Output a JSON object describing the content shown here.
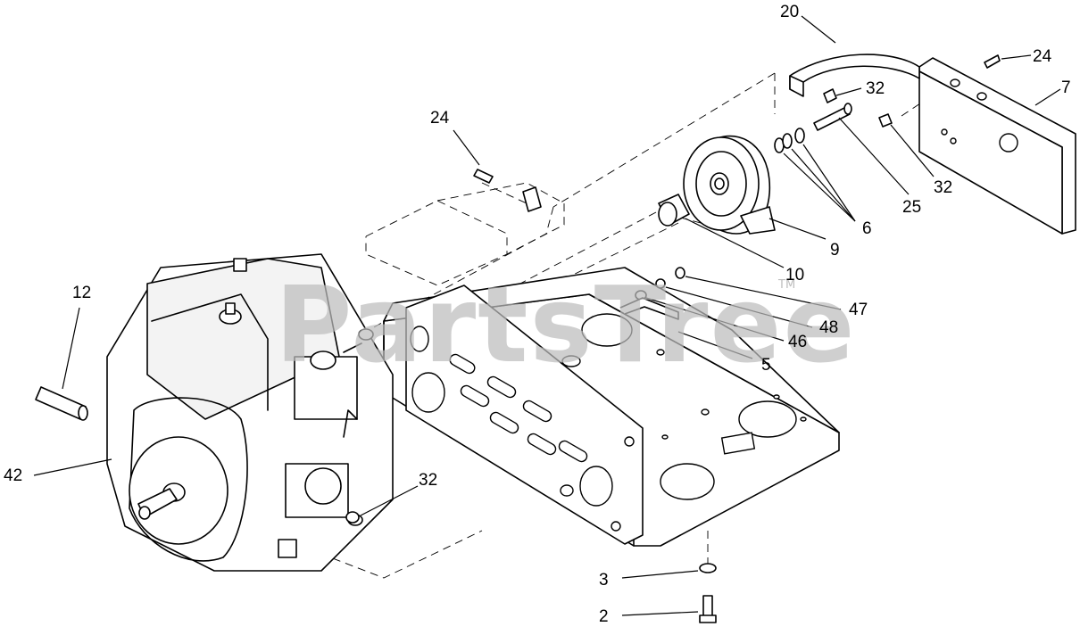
{
  "watermark": {
    "brand": "PartsTree",
    "trademark": "TM"
  },
  "callouts": [
    {
      "id": "c-20",
      "label": "20"
    },
    {
      "id": "c-24a",
      "label": "24"
    },
    {
      "id": "c-7",
      "label": "7"
    },
    {
      "id": "c-32a",
      "label": "32"
    },
    {
      "id": "c-24b",
      "label": "24"
    },
    {
      "id": "c-32b",
      "label": "32"
    },
    {
      "id": "c-25",
      "label": "25"
    },
    {
      "id": "c-6",
      "label": "6"
    },
    {
      "id": "c-9",
      "label": "9"
    },
    {
      "id": "c-10",
      "label": "10"
    },
    {
      "id": "c-47",
      "label": "47"
    },
    {
      "id": "c-48",
      "label": "48"
    },
    {
      "id": "c-46",
      "label": "46"
    },
    {
      "id": "c-5",
      "label": "5"
    },
    {
      "id": "c-12",
      "label": "12"
    },
    {
      "id": "c-42",
      "label": "42"
    },
    {
      "id": "c-32c",
      "label": "32"
    },
    {
      "id": "c-3",
      "label": "3"
    },
    {
      "id": "c-2",
      "label": "2"
    }
  ]
}
